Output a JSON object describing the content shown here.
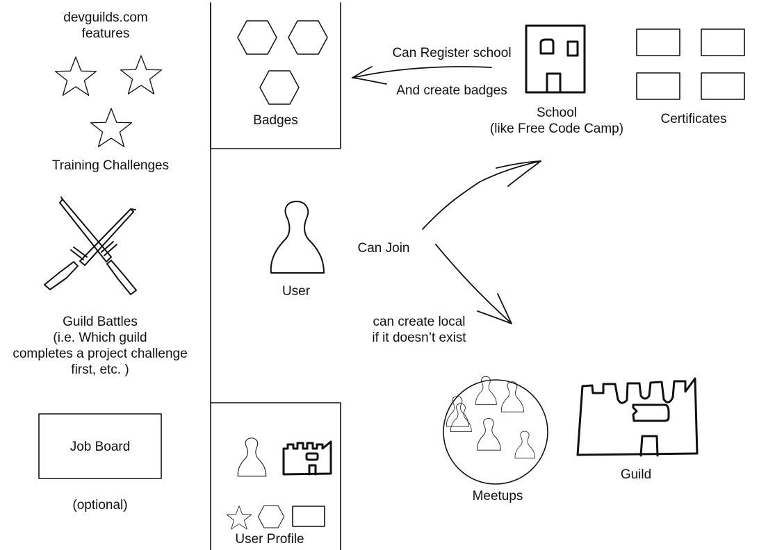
{
  "colors": {
    "ink": "#111111",
    "background": "#ffffff"
  },
  "features": {
    "heading_line1": "devguilds.com",
    "heading_line2": "features",
    "training": "Training Challenges",
    "battles_line1": "Guild Battles",
    "battles_line2": "(i.e. Which  guild",
    "battles_line3": "completes a project challenge",
    "battles_line4": "first, etc. )",
    "job_board": "Job Board",
    "optional": "(optional)"
  },
  "badges_panel": {
    "label": "Badges"
  },
  "user": {
    "label": "User"
  },
  "user_profile": {
    "label": "User Profile"
  },
  "school": {
    "arrow_line1": "Can Register school",
    "arrow_line2": "And create badges",
    "label_line1": "School",
    "label_line2": "(like Free Code Camp)",
    "certificates": "Certificates"
  },
  "join": {
    "can_join": "Can Join",
    "create_line1": "can create local",
    "create_line2": "if it doesn’t exist"
  },
  "meetups": {
    "label": "Meetups"
  },
  "guild": {
    "label": "Guild"
  },
  "icons": [
    "star-icon",
    "hexagon-icon",
    "certificate-icon",
    "school-icon",
    "user-pawn-icon",
    "guild-castle-icon",
    "crossed-swords-icon",
    "arrow-icon"
  ]
}
